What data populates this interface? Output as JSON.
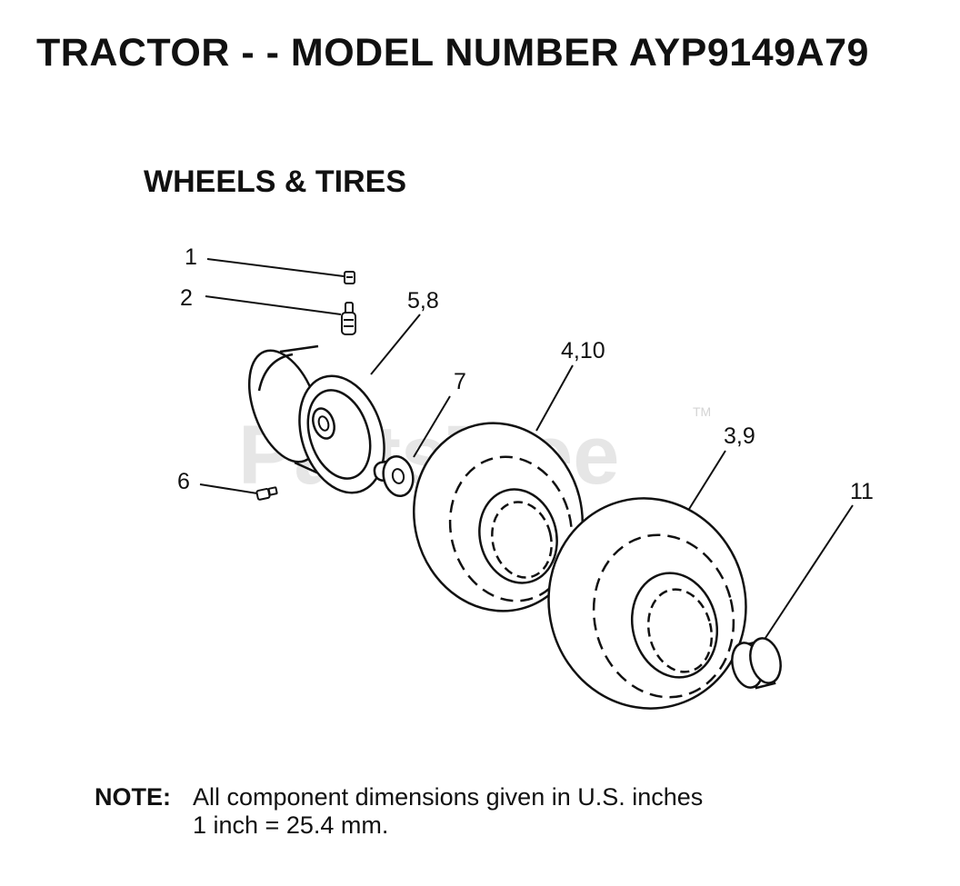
{
  "header": {
    "title": "TRACTOR - - MODEL NUMBER AYP9149A79",
    "section": "WHEELS & TIRES"
  },
  "watermark": {
    "text": "PartsTree",
    "trademark": "TM"
  },
  "callouts": [
    {
      "label": "1"
    },
    {
      "label": "2"
    },
    {
      "label": "5,8"
    },
    {
      "label": "4,10"
    },
    {
      "label": "7"
    },
    {
      "label": "3,9"
    },
    {
      "label": "6"
    },
    {
      "label": "11"
    }
  ],
  "note": {
    "label": "NOTE:",
    "line1": "All component dimensions given in U.S. inches",
    "line2": "1 inch = 25.4 mm."
  }
}
